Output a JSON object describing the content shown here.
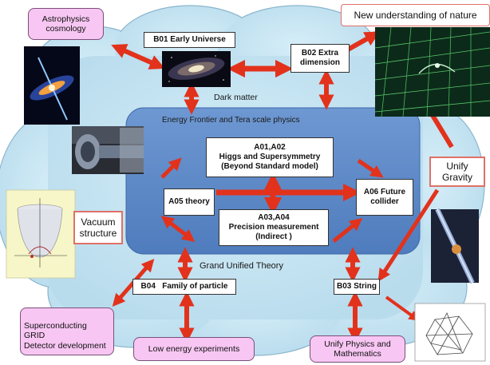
{
  "colors": {
    "cloud": "#c6e6f3",
    "cloud_edge": "#8ab6cc",
    "center_box": "#5e89c8",
    "arrow": "#e2321c",
    "node_fill": "#ffffff",
    "pink": "#f7c6f2",
    "callout_border": "#e07068"
  },
  "topics": {
    "b01": "B01 Early Universe",
    "b02": "B02 Extra dimension",
    "a01": {
      "line1": "A01,A02",
      "line2": "Higgs and Supersymmetry",
      "line3": "(Beyond Standard model)"
    },
    "a05": "A05 theory",
    "a06": "A06 Future collider",
    "a03": {
      "line1": "A03,A04",
      "line2": "Precision measurement",
      "line3": "(Indirect )"
    },
    "b04": "B04   Family of particle",
    "b03": "B03 String"
  },
  "labels": {
    "dark_matter": "Dark matter",
    "energy_frontier": "Energy Frontier and  Tera scale  physics",
    "grand_unified": "Grand Unified Theory"
  },
  "outer": {
    "astrophysics": "Astrophysics cosmology",
    "new_understanding": "New understanding of  nature",
    "unify_gravity": "Unify Gravity",
    "vacuum": "Vacuum structure",
    "superconducting": {
      "line1": "Superconducting",
      "line2": "GRID",
      "line3": "Detector development"
    },
    "low_energy": "Low energy experiments",
    "unify_physics": "Unify Physics and Mathematics"
  },
  "illustrations": {
    "galaxy": "galaxy-image",
    "jet": "astrophysical-jet-image",
    "collider": "collider-tunnel-image",
    "potential": "higgs-potential-plot",
    "extra_dim": "extra-dimension-grid-image",
    "accelerator": "linear-collider-image",
    "polytope": "polytope-image"
  }
}
